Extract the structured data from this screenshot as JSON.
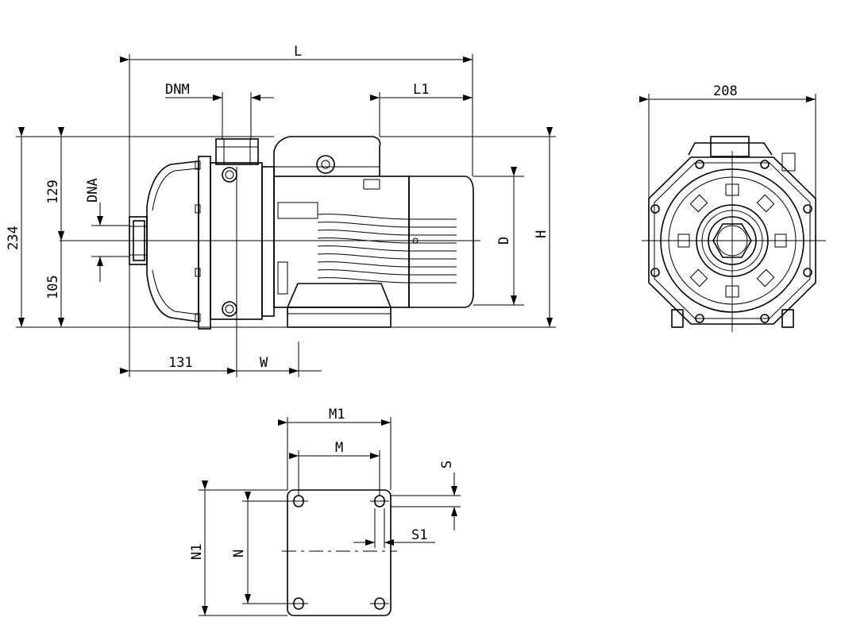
{
  "dimensions": {
    "L": "L",
    "DNM": "DNM",
    "L1": "L1",
    "dim_208": "208",
    "dim_234": "234",
    "dim_129": "129",
    "DNA": "DNA",
    "dim_105": "105",
    "D": "D",
    "H": "H",
    "dim_131": "131",
    "W": "W",
    "M1": "M1",
    "M": "M",
    "S": "S",
    "S1": "S1",
    "N1": "N1",
    "N": "N"
  }
}
